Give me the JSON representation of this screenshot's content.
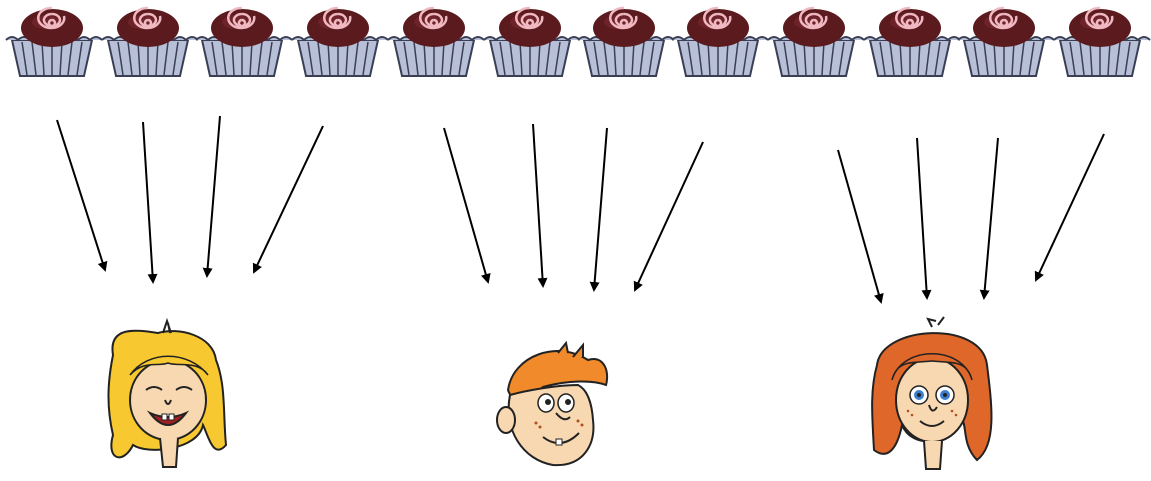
{
  "scene": {
    "description_items": {
      "candy_count": 12,
      "child_count": 3,
      "candies_per_child": 4
    },
    "candy": {
      "icon": "chocolate-truffle-icon",
      "chocolate_color": "#5a1a1e",
      "swirl_color": "#f0b8c0",
      "cup_color": "#b8c0d8",
      "cup_line_color": "#3a3f55"
    },
    "children": [
      {
        "id": "girl-blonde",
        "icon": "blonde-girl-face-icon",
        "hair_color": "#f7c830",
        "skin_color": "#f8d8b0"
      },
      {
        "id": "boy-redhead",
        "icon": "redhead-boy-face-icon",
        "hair_color": "#f08a2a",
        "skin_color": "#f8d8b0"
      },
      {
        "id": "girl-redhead",
        "icon": "redhead-girl-face-icon",
        "hair_color": "#e0672a",
        "skin_color": "#f8d8b0"
      }
    ],
    "arrow_color": "#000000"
  }
}
